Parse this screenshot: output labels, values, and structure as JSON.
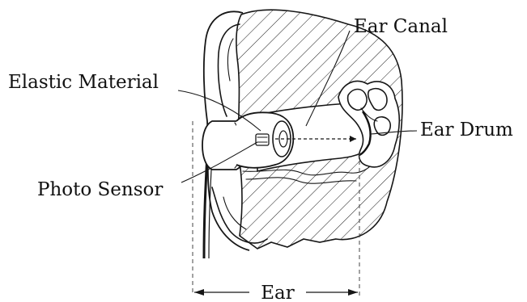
{
  "labels": {
    "ear_canal": "Ear Canal",
    "elastic_material": "Elastic Material",
    "ear_drum": "Ear Drum",
    "photo_sensor": "Photo Sensor",
    "ear": "Ear"
  }
}
